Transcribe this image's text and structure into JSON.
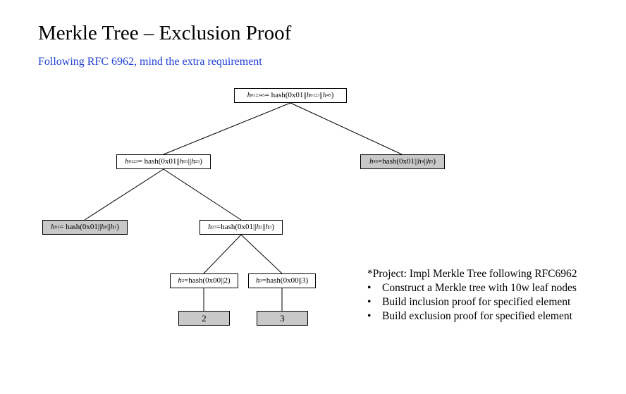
{
  "title": "Merkle Tree – Exclusion Proof",
  "subtitle": "Following RFC 6962, mind the extra requirement",
  "tree": {
    "root": {
      "var": "h",
      "sub": "012345",
      "expr": "= hash(0x01||",
      "a": "0123",
      "b": "45",
      "close": ")"
    },
    "n0123": {
      "var": "h",
      "sub": "0123",
      "expr": "= hash(0x01||",
      "a": "01",
      "b": "23",
      "close": ")"
    },
    "n45": {
      "var": "h",
      "sub": "45",
      "expr": "=hash(0x01||",
      "a": "4",
      "b": "5",
      "close": ")"
    },
    "n01": {
      "var": "h",
      "sub": "01",
      "expr": "= hash(0x01||",
      "a": "0",
      "b": "1",
      "close": ")"
    },
    "n23": {
      "var": "h",
      "sub": "23",
      "expr": "=hash(0x01||",
      "a": "2",
      "b": "3",
      "close": ")"
    },
    "n2": {
      "var": "h",
      "sub": "2",
      "expr": "=hash(0x00||2)"
    },
    "n3": {
      "var": "h",
      "sub": "3",
      "expr": "=hash(0x00||3)"
    },
    "leaf2": "2",
    "leaf3": "3",
    "shaded_color": "#c8c8c8"
  },
  "note": {
    "heading": "*Project: Impl Merkle Tree following RFC6962",
    "items": [
      "Construct a Merkle tree with 10w leaf nodes",
      "Build inclusion proof for specified element",
      "Build exclusion proof for specified element"
    ]
  },
  "colors": {
    "subtitle": "#1f3fd6"
  }
}
